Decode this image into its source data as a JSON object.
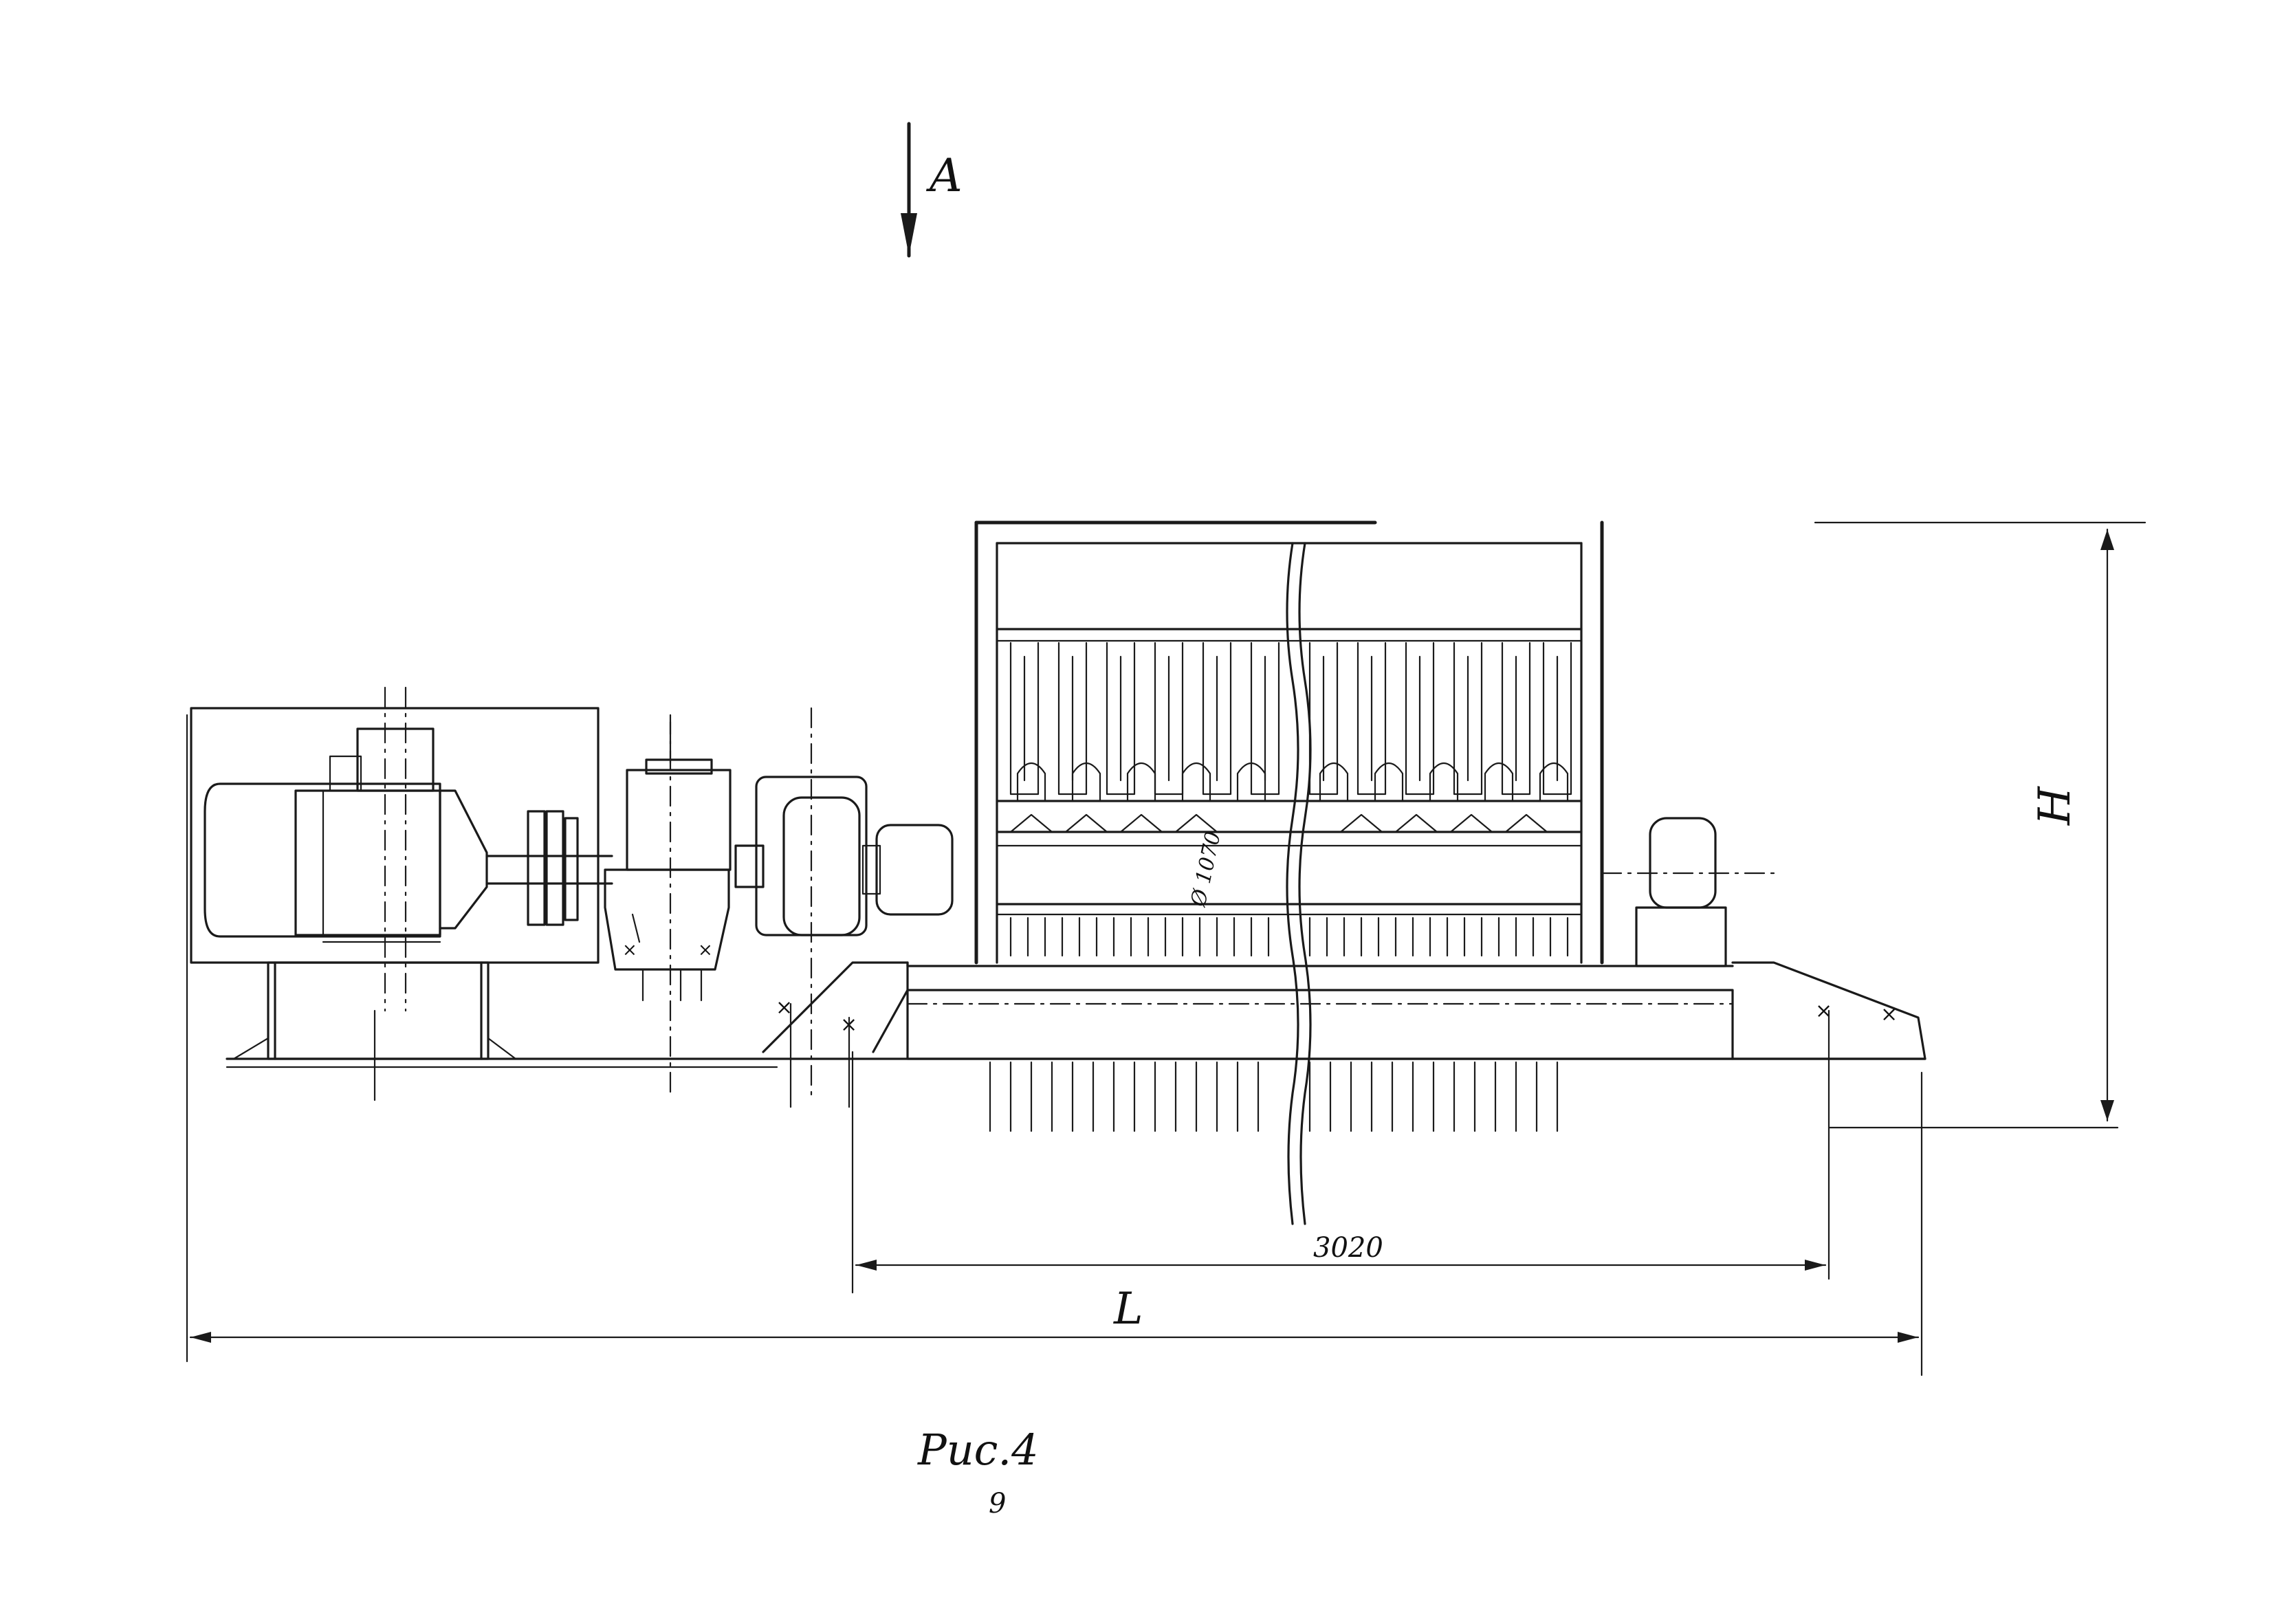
{
  "view_label": "A",
  "dim_height_label": "H",
  "dim_overall_label": "L",
  "dim_span_label": "3020",
  "rotor_label": "Ø 1070",
  "figure_caption": "Рис.4",
  "figure_page": "9"
}
